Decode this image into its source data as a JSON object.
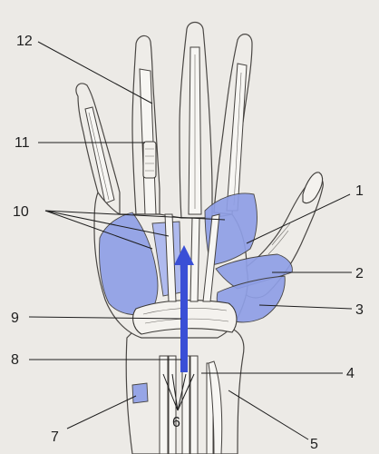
{
  "figure": {
    "background": "#eceae6",
    "accent_blue": "#8f9fe6",
    "arrow_blue": "#3a4fd6"
  },
  "labels": [
    {
      "id": "1",
      "text": "1"
    },
    {
      "id": "2",
      "text": "2"
    },
    {
      "id": "3",
      "text": "3"
    },
    {
      "id": "4",
      "text": "4"
    },
    {
      "id": "5",
      "text": "5"
    },
    {
      "id": "6",
      "text": "6"
    },
    {
      "id": "7",
      "text": "7"
    },
    {
      "id": "8",
      "text": "8"
    },
    {
      "id": "9",
      "text": "9"
    },
    {
      "id": "10",
      "text": "10"
    },
    {
      "id": "11",
      "text": "11"
    },
    {
      "id": "12",
      "text": "12"
    }
  ]
}
